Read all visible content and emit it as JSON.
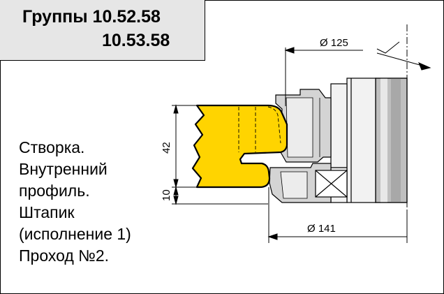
{
  "title": {
    "line1": "Группы 10.52.58",
    "line2": "10.53.58"
  },
  "description": [
    "Створка.",
    "Внутренний",
    "профиль.",
    "Штапик",
    "(исполнение 1)",
    "Проход №2."
  ],
  "dimensions": {
    "top_diameter": "Ø 125",
    "bottom_diameter": "Ø 141",
    "height_main": "42",
    "height_lower": "10"
  },
  "colors": {
    "workpiece_fill": "#ffd400",
    "title_background": "#e6e6e6",
    "cutter_shade": "#d0d0d0"
  }
}
